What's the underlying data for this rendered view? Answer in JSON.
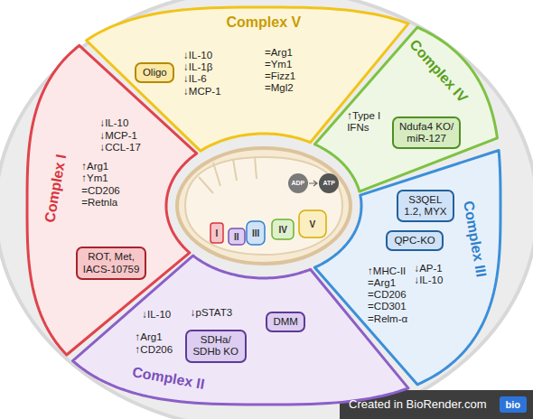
{
  "diagram": {
    "nodes": [
      {
        "text": [
          "Complex V",
          "↓IL-10 ↓IL-1β ↓IL-6 ↓MCP-1",
          "=Arg1 =Ym1 =Fizz1 =Mgl2"
        ]
      },
      {
        "text": [
          "Oligo"
        ],
        "in": 0
      },
      {
        "text": [
          "Complex IV",
          "↑Type I IFNs"
        ]
      },
      {
        "text": [
          "Ndufa4 KO/ miR-127"
        ],
        "in": 2
      },
      {
        "text": [
          "Complex III",
          "↓AP-1 ↓IL-10",
          "↑MHC-II =Arg1 =CD206 =CD301 =Relm-α"
        ]
      },
      {
        "text": [
          "S3QEL 1.2, MYX"
        ],
        "in": 4
      },
      {
        "text": [
          "QPC-KO"
        ],
        "in": 4
      },
      {
        "text": [
          "Complex II",
          "↓IL-10",
          "↓pSTAT3",
          "↑Arg1 ↑CD206"
        ]
      },
      {
        "text": [
          "DMM"
        ],
        "in": 7
      },
      {
        "text": [
          "SDHa/ SDHb KO"
        ],
        "in": 7
      },
      {
        "text": [
          "Complex I",
          "↓IL-10 ↓MCP-1 ↓CCL-17",
          "↑Arg1 ↑Ym1 =CD206 =Retnla"
        ]
      },
      {
        "text": [
          "ROT, Met, IACS-10759"
        ],
        "in": 10
      }
    ],
    "labels": [
      "I",
      "II",
      "III",
      "IV",
      "V",
      "ADP",
      "ATP",
      "Created in BioRender.com",
      "bio"
    ]
  }
}
